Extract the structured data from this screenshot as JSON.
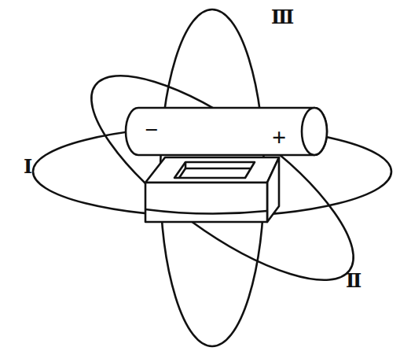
{
  "diagram": {
    "labels": [
      "−",
      "+",
      "Ⅰ",
      "Ⅱ",
      "Ⅲ"
    ]
  }
}
